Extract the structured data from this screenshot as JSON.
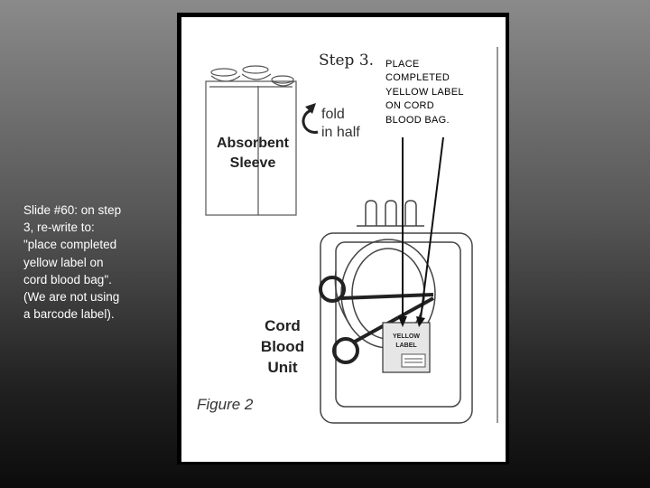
{
  "slide": {
    "note_lines": [
      "Slide #60: on step",
      "3, re-write to:",
      " \"place completed",
      "yellow label on",
      "cord blood bag\".",
      "(We are not using",
      "a barcode label)."
    ]
  },
  "figure": {
    "step_title": "Step 3.",
    "callout_lines": [
      "PLACE",
      "COMPLETED",
      "YELLOW LABEL",
      "ON CORD",
      "BLOOD BAG."
    ],
    "sleeve_label": [
      "Absorbent",
      "Sleeve"
    ],
    "fold_label": [
      "fold",
      "in half"
    ],
    "unit_label": [
      "Cord",
      "Blood",
      "Unit"
    ],
    "yellow_label_text": [
      "YELLOW",
      "LABEL"
    ],
    "figure_caption": "Figure 2"
  }
}
